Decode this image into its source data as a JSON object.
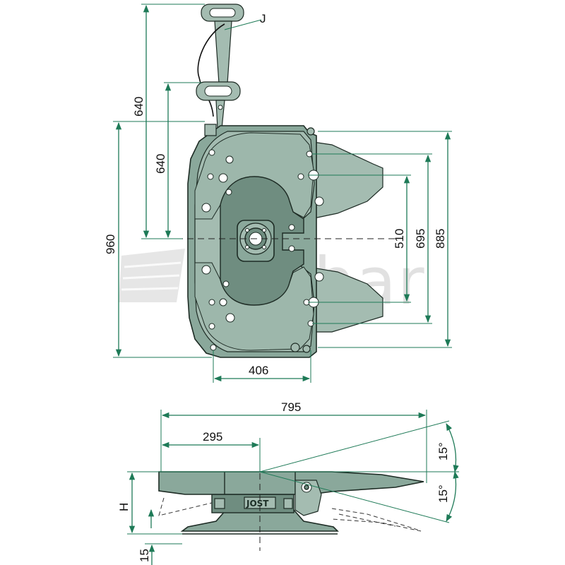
{
  "watermark": {
    "text": "Zychar"
  },
  "top_view": {
    "labels": {
      "part_j": "J",
      "handle_height": "640",
      "lever_height": "640",
      "total_length": "960",
      "width_406": "406",
      "dim_510": "510",
      "dim_695": "695",
      "dim_885": "885"
    }
  },
  "side_view": {
    "labels": {
      "length_795": "795",
      "offset_295": "295",
      "angle_up": "15°",
      "angle_down": "15°",
      "height": "H",
      "base_15": "15",
      "brand": "JOST"
    }
  },
  "colors": {
    "dimension": "#1e7a57",
    "body": "#8aa89b",
    "outline": "#1d2b24"
  }
}
